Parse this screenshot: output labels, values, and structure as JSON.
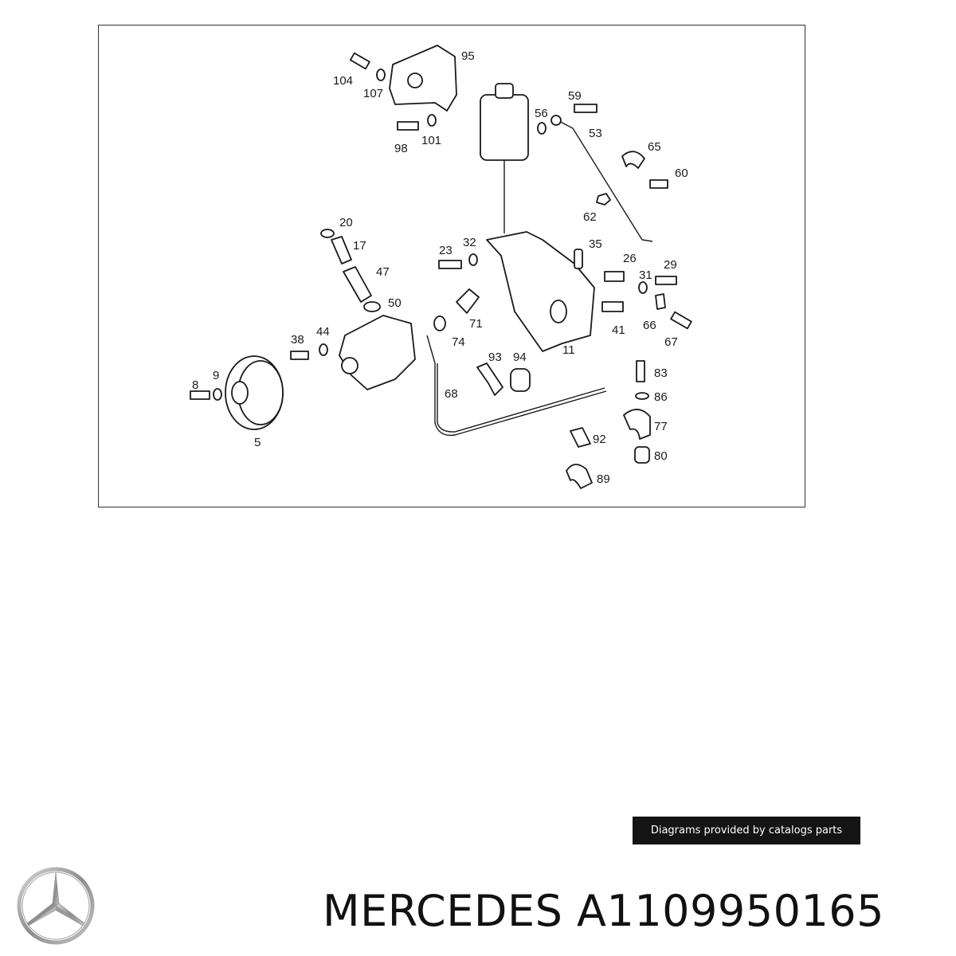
{
  "credit": "Diagrams provided by catalogs parts",
  "brand": "MERCEDES",
  "part_number": "A1109950165",
  "logo_icon": "mercedes-star-icon",
  "labels": [
    "104",
    "107",
    "95",
    "98",
    "101",
    "56",
    "59",
    "53",
    "65",
    "60",
    "62",
    "20",
    "17",
    "47",
    "50",
    "23",
    "32",
    "35",
    "26",
    "31",
    "29",
    "71",
    "74",
    "41",
    "66",
    "67",
    "11",
    "38",
    "44",
    "8",
    "9",
    "5",
    "93",
    "94",
    "68",
    "83",
    "86",
    "77",
    "92",
    "80",
    "89"
  ]
}
